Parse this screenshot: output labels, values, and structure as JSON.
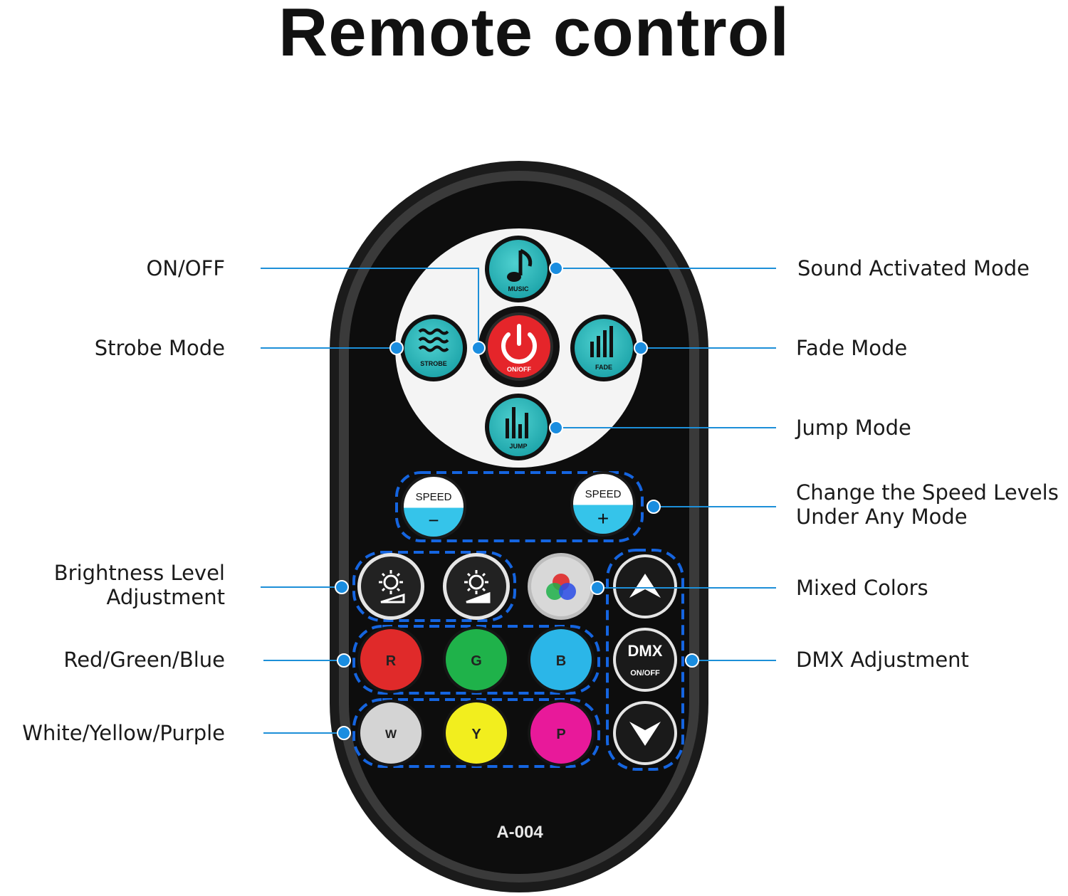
{
  "title": "Remote control",
  "model": "A-004",
  "callouts": {
    "on_off": "ON/OFF",
    "strobe": "Strobe Mode",
    "brightness": [
      "Brightness Level",
      "Adjustment"
    ],
    "rgb": "Red/Green/Blue",
    "wyp": "White/Yellow/Purple",
    "sound": "Sound Activated Mode",
    "fade": "Fade Mode",
    "jump": "Jump Mode",
    "speed": [
      "Change the Speed Levels",
      "Under Any Mode"
    ],
    "mixed": "Mixed Colors",
    "dmx": "DMX Adjustment"
  },
  "buttons": {
    "music": "MUSIC",
    "strobe": "STROBE",
    "on_off": "ON/OFF",
    "fade": "FADE",
    "jump": "JUMP",
    "speed_minus": {
      "label": "SPEED",
      "sign": "−"
    },
    "speed_plus": {
      "label": "SPEED",
      "sign": "+"
    },
    "red": "R",
    "green": "G",
    "blue": "B",
    "white": "W",
    "yellow": "Y",
    "purple": "P",
    "dmx": {
      "label": "DMX",
      "sub": "ON/OFF"
    }
  },
  "colors": {
    "teal": "#2ab7b9",
    "callout_line": "#1d8fd8",
    "callout_dot": "#1a8de0",
    "dash": "#1565e0",
    "red": "#e02a2a",
    "green": "#1fb24a",
    "blue": "#2bb6e8",
    "white": "#d4d4d4",
    "yellow": "#f2ee1e",
    "purple": "#e8199a",
    "power_red": "#e5252a",
    "speed_blue": "#35c4ea"
  }
}
